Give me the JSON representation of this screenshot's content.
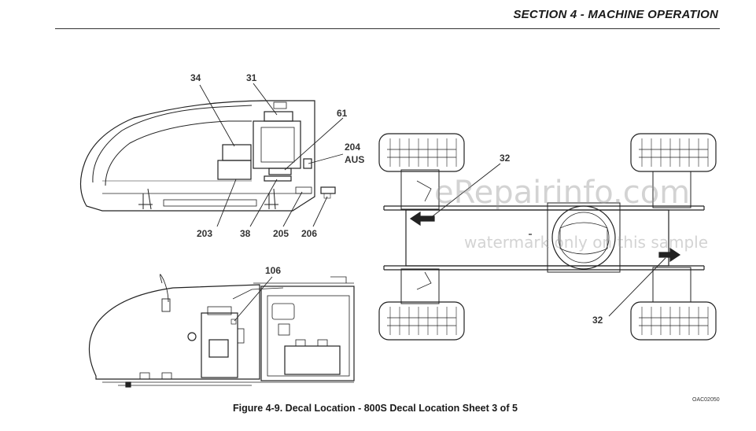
{
  "header": {
    "section_title": "SECTION 4 - MACHINE OPERATION"
  },
  "callouts": {
    "c34": "34",
    "c31": "31",
    "c61": "61",
    "c204": "204",
    "aus": "AUS",
    "c203": "203",
    "c38": "38",
    "c205": "205",
    "c206": "206",
    "c32_top": "32",
    "c32_bottom": "32",
    "c106": "106"
  },
  "watermark": {
    "main": "eRepairinfo.com",
    "sub": "watermark only on this sample"
  },
  "figure": {
    "caption": "Figure 4-9. Decal Location - 800S Decal Location Sheet 3 of 5",
    "code": "OAC02050"
  }
}
